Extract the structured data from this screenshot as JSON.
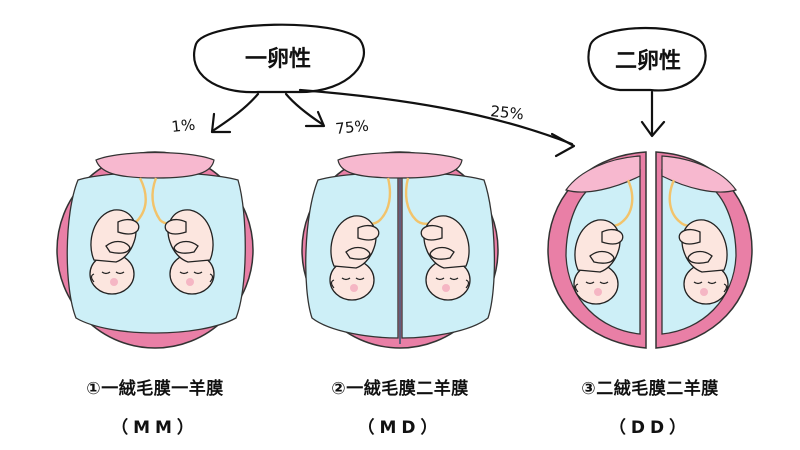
{
  "bubbles": {
    "monozygotic": "一卵性",
    "dizygotic": "二卵性"
  },
  "rates": {
    "mm": "1%",
    "md": "75%",
    "dd": "25%"
  },
  "types": [
    {
      "title": "①一絨毛膜一羊膜",
      "code": "（MM）"
    },
    {
      "title": "②一絨毛膜二羊膜",
      "code": "（MD）"
    },
    {
      "title": "③二絨毛膜二羊膜",
      "code": "（DD）"
    }
  ],
  "colors": {
    "chorion_ring": "#E97FA6",
    "placenta": "#F7B8CF",
    "amniotic_fluid": "#CDEFF7",
    "fetus_skin": "#FCE6DF",
    "cheek": "#F5B6C4",
    "umbilical_cord": "#F2C36B",
    "outline": "#222222",
    "septum": "#3B5673"
  }
}
